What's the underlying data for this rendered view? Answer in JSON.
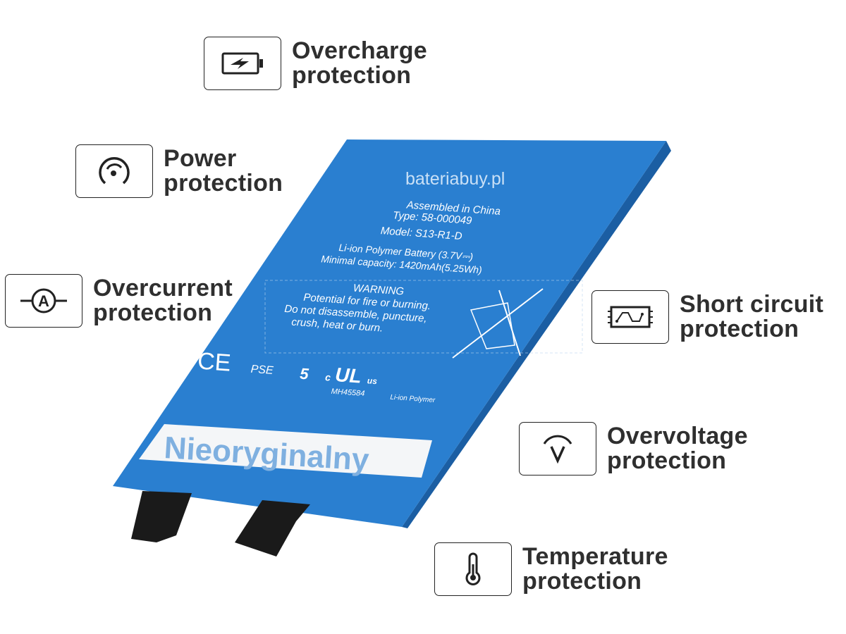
{
  "features": [
    {
      "icon": "battery-charge-icon",
      "line1": "Overcharge",
      "line2": "protection"
    },
    {
      "icon": "gauge-icon",
      "line1": "Power",
      "line2": "protection"
    },
    {
      "icon": "ammeter-icon",
      "line1": "Overcurrent",
      "line2": "protection"
    },
    {
      "icon": "circuit-board-icon",
      "line1": "Short circuit",
      "line2": "protection"
    },
    {
      "icon": "voltage-icon",
      "line1": "Overvoltage",
      "line2": "protection"
    },
    {
      "icon": "thermometer-icon",
      "line1": "Temperature",
      "line2": "protection"
    }
  ],
  "battery": {
    "color": "#2a7fd0",
    "label": {
      "assembled": "Assembled in China",
      "type": "Type: 58-000049",
      "model": "Model: S13-R1-D",
      "chem": "Li-ion Polymer Battery (3.7V⎓)",
      "capacity": "Minimal  capacity: 1420mAh(5.25Wh)",
      "warning_title": "WARNING",
      "warning_1": "Potential for fire or burning.",
      "warning_2": "Do not disassemble, puncture,",
      "warning_3": "crush, heat or burn.",
      "ce": "CE",
      "pse": "PSE",
      "ul_code": "MH45584",
      "recycle_label": "Li-ion Polymer",
      "ul_c": "c",
      "ul_us": "us",
      "five": "5"
    },
    "watermark": "Nieoryginalny",
    "watermark_site": "bateriabuy.pl"
  }
}
